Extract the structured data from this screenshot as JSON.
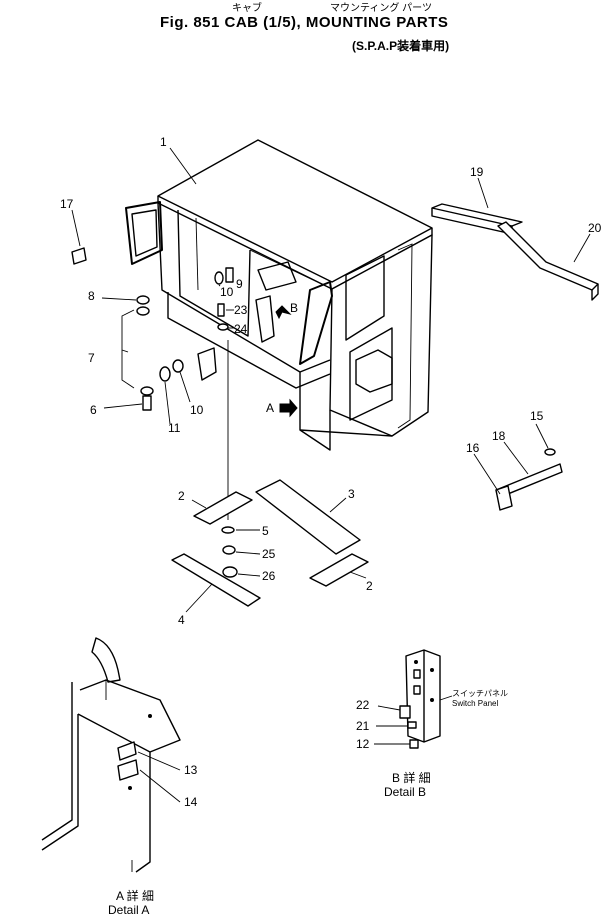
{
  "header": {
    "kana_cab": "キャブ",
    "kana_mounting": "マウンティング パーツ",
    "title": "Fig. 851  CAB (1/5), MOUNTING PARTS",
    "subtitle": "(S.P.A.P装着車用)"
  },
  "callouts": {
    "n1": "1",
    "n2a": "2",
    "n2b": "2",
    "n3": "3",
    "n4": "4",
    "n5": "5",
    "n6": "6",
    "n7": "7",
    "n8": "8",
    "n9": "9",
    "n10a": "10",
    "n10b": "10",
    "n11": "11",
    "n12": "12",
    "n13": "13",
    "n14": "14",
    "n15": "15",
    "n16": "16",
    "n17": "17",
    "n18": "18",
    "n19": "19",
    "n20": "20",
    "n21": "21",
    "n22": "22",
    "n23": "23",
    "n24": "24",
    "n25": "25",
    "n26": "26"
  },
  "view_markers": {
    "a": "A",
    "b": "B"
  },
  "details": {
    "a_jp": "A 詳 細",
    "a_en": "Detail  A",
    "b_jp": "B 詳 細",
    "b_en": "Detail  B"
  },
  "switch_panel": {
    "jp": "スイッチパネル",
    "en": "Switch Panel"
  }
}
